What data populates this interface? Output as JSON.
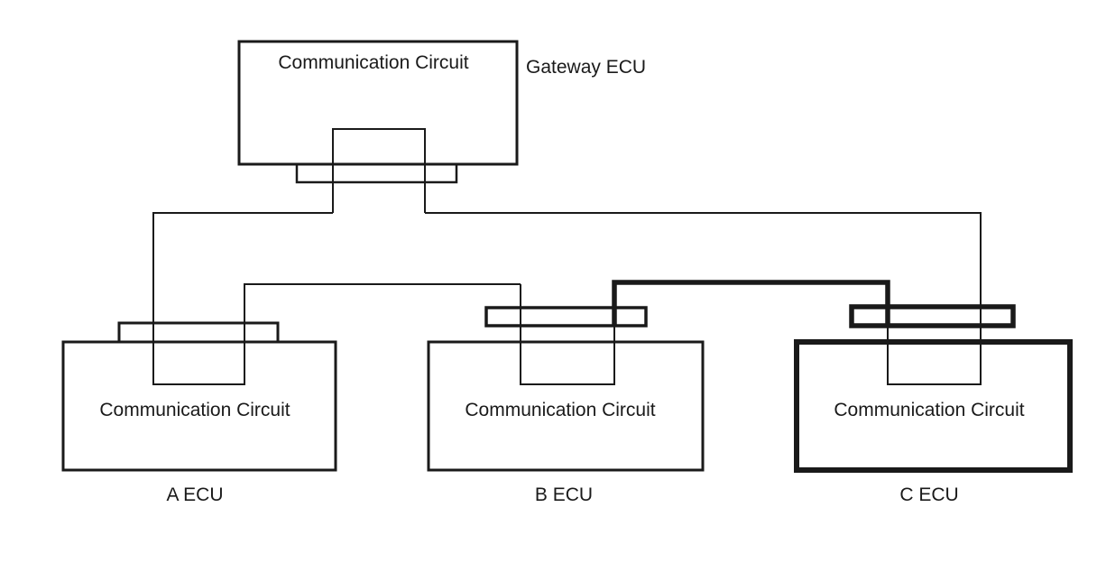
{
  "gateway": {
    "circuit_label": "Communication Circuit",
    "name": "Gateway ECU"
  },
  "ecus": [
    {
      "circuit_label": "Communication Circuit",
      "name": "A ECU"
    },
    {
      "circuit_label": "Communication Circuit",
      "name": "B ECU"
    },
    {
      "circuit_label": "Communication Circuit",
      "name": "C ECU"
    }
  ],
  "colors": {
    "line": "#1a1a1a",
    "background": "#ffffff"
  }
}
